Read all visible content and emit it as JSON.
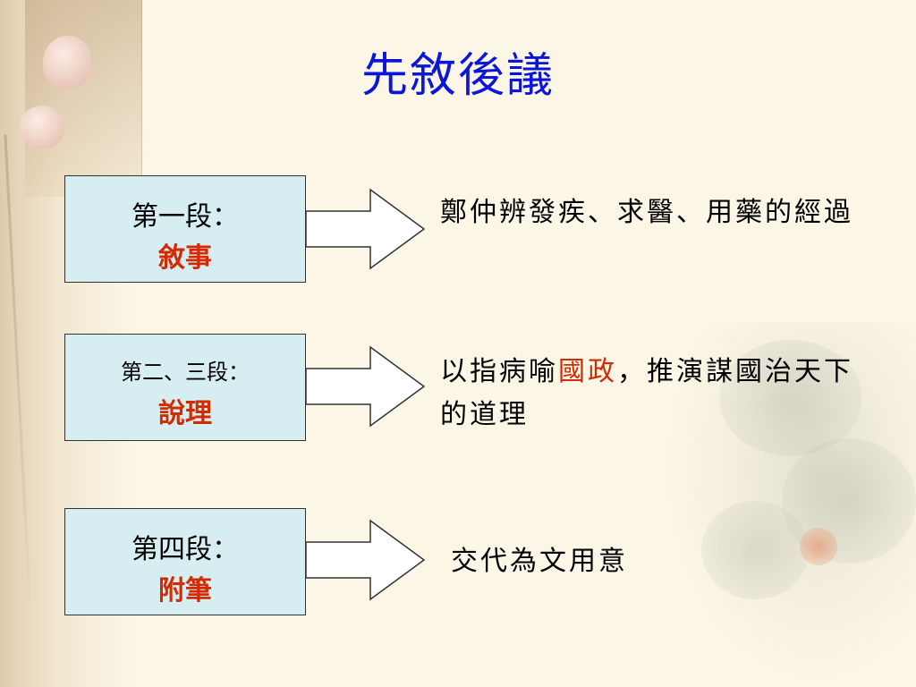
{
  "slide": {
    "title": "先敘後議",
    "rows": [
      {
        "label": "第一段：",
        "key": "敘事",
        "desc": "鄭仲辨發疾、求醫、用藥的經過"
      },
      {
        "label": "第二、三段：",
        "key": "說理",
        "desc_before": "以指病喻",
        "desc_highlight": "國政",
        "desc_after": "，推演謀國治天下的道理"
      },
      {
        "label": "第四段：",
        "key": "附筆",
        "desc": "交代為文用意"
      }
    ],
    "colors": {
      "title": "#0b16d8",
      "highlight": "#d42a00",
      "box_fill": "#d6eef2",
      "background": "#fbf6e6"
    }
  }
}
